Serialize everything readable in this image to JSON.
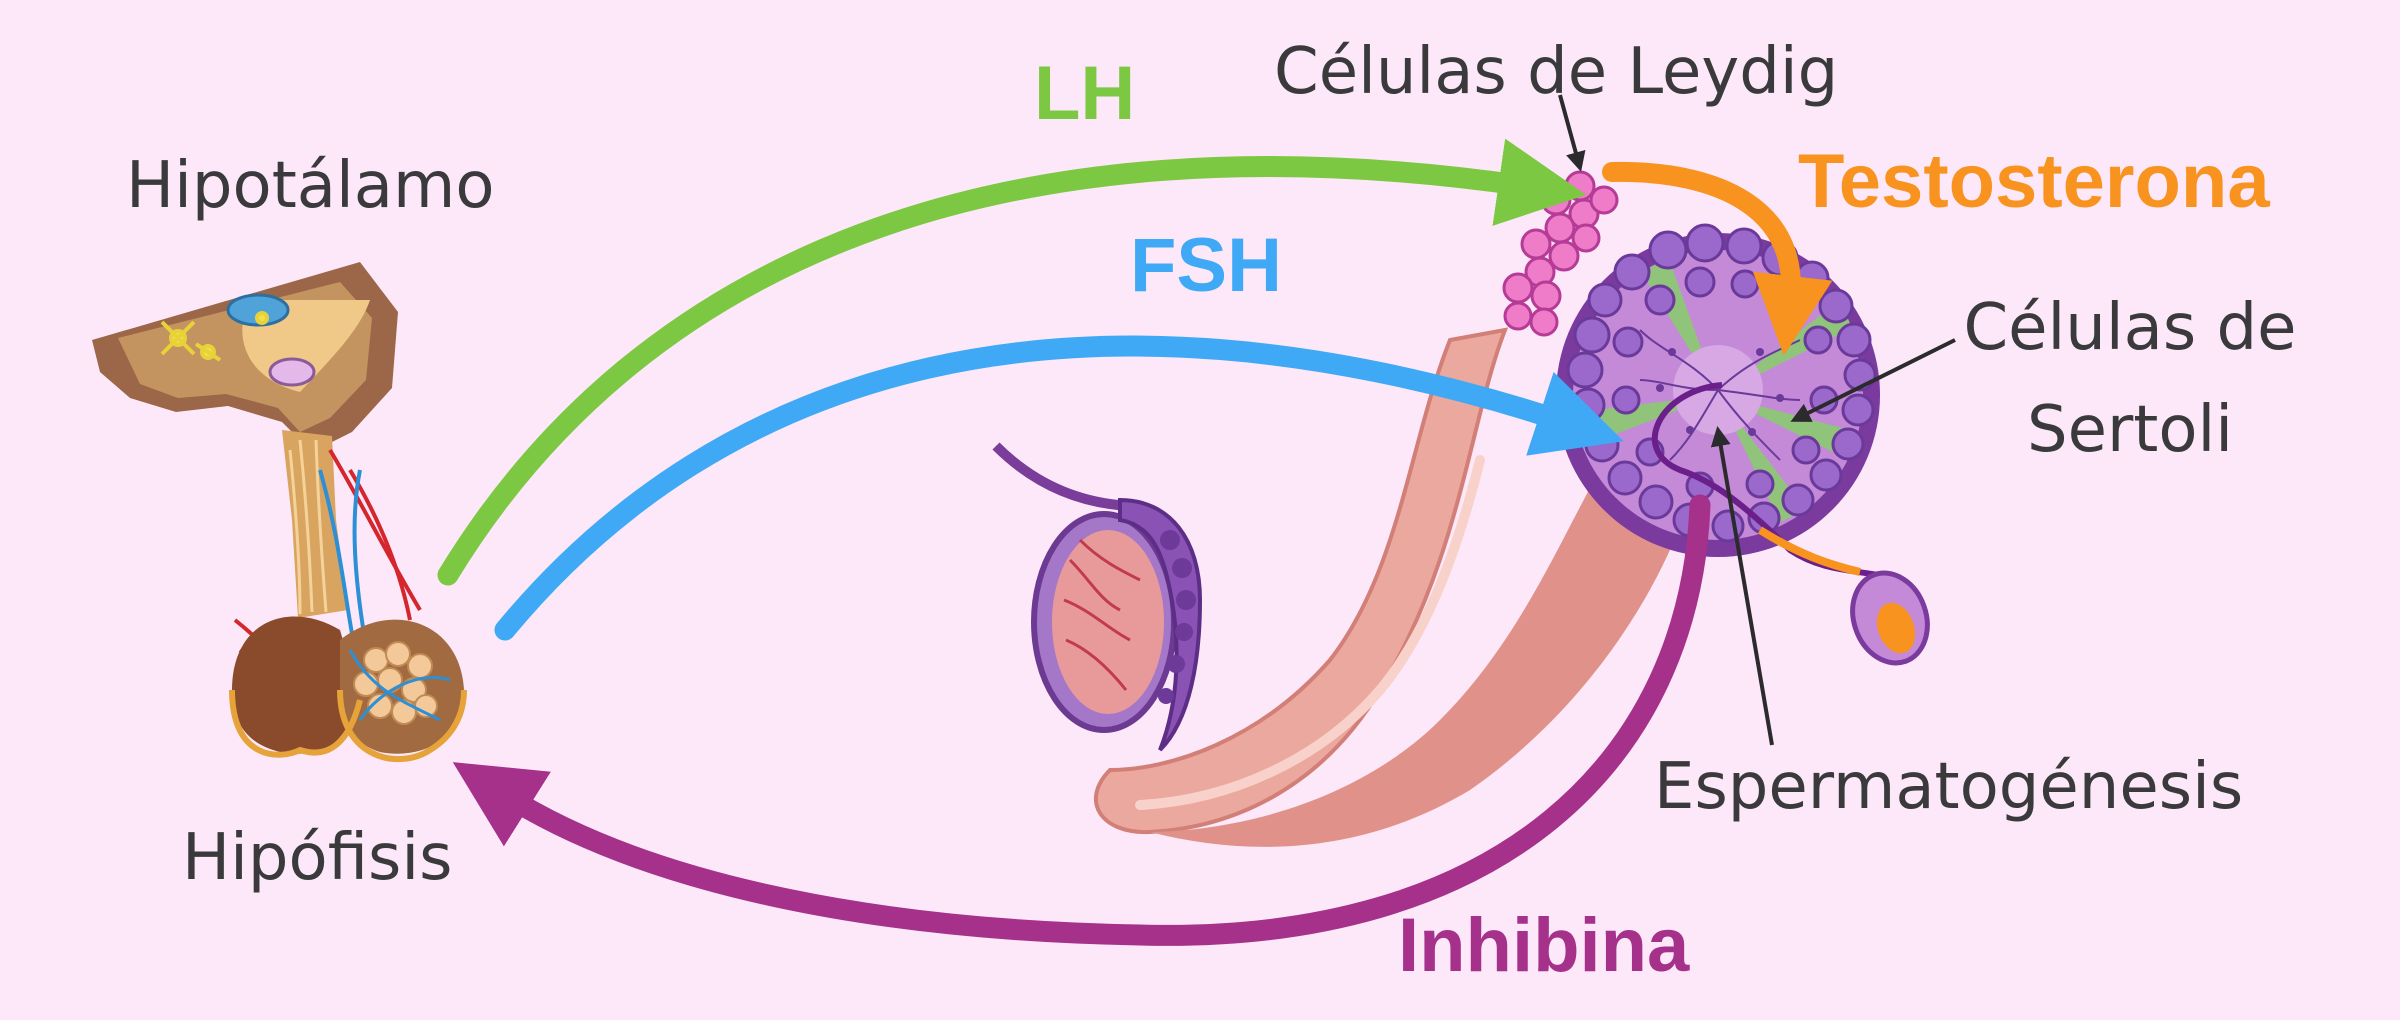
{
  "labels": {
    "hypothalamus": "Hipotálamo",
    "pituitary": "Hipófisis",
    "lh": "LH",
    "fsh": "FSH",
    "leydig": "Células de Leydig",
    "testosterone": "Testosterona",
    "sertoli_line1": "Células de",
    "sertoli_line2": "Sertoli",
    "spermatogenesis": "Espermatogénesis",
    "inhibin": "Inhibina"
  },
  "colors": {
    "background": "#fce8f9",
    "lh": "#7dc842",
    "fsh": "#3fa9f5",
    "testosterone": "#f7931e",
    "inhibin": "#a5318a",
    "text": "#3a3a3c"
  },
  "icons": {
    "gland": "hypothalamus-pituitary-illustration",
    "testis": "testis-illustration",
    "tubule": "seminiferous-tubule-cross-section",
    "sperm": "sperm-cell-illustration"
  }
}
